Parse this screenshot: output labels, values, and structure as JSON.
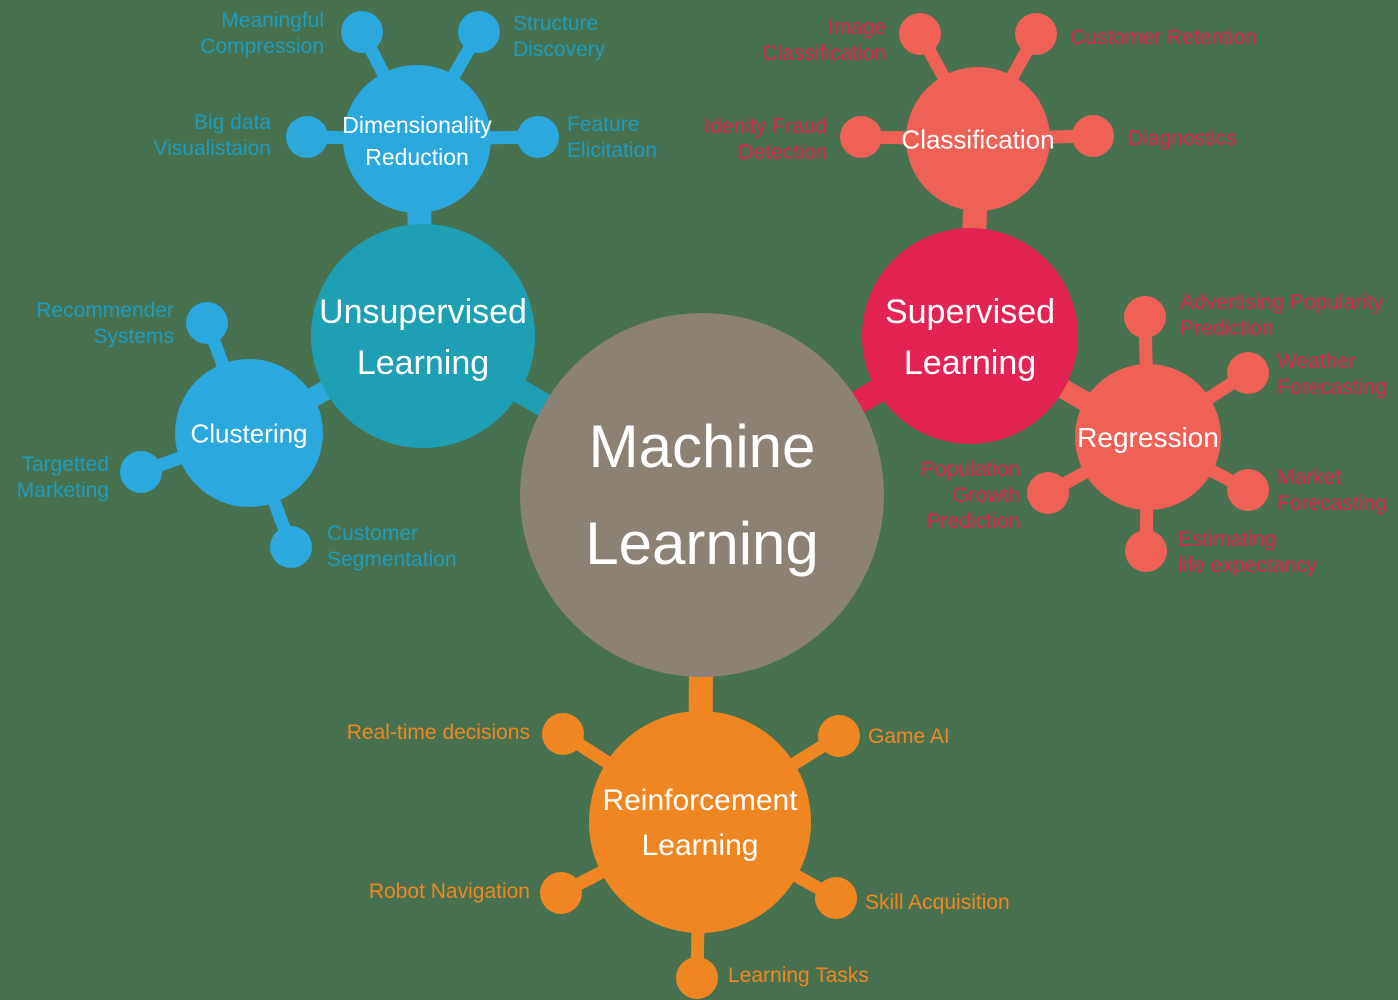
{
  "colors": {
    "background": "#47714F",
    "light_blue": "#2BA8DE",
    "teal": "#1E9FB4",
    "teal_text": "#1F9CBD",
    "crimson": "#E32453",
    "salmon": "#EF6156",
    "orange": "#F08621",
    "taupe": "#8B8174",
    "circle_text": "#FFFFFF"
  },
  "center": {
    "label": "Machine\nLearning"
  },
  "branches": {
    "unsupervised": {
      "label": "Unsupervised\nLearning"
    },
    "supervised": {
      "label": "Supervised\nLearning"
    },
    "reinforcement": {
      "label": "Reinforcement\nLearning"
    }
  },
  "hubs": {
    "dimensionality_reduction": {
      "label": "Dimensionality\nReduction"
    },
    "clustering": {
      "label": "Clustering"
    },
    "classification": {
      "label": "Classification"
    },
    "regression": {
      "label": "Regression"
    }
  },
  "satellites": {
    "meaningful_compression": "Meaningful\nCompression",
    "structure_discovery": "Structure\nDiscovery",
    "big_data_visualistaion": "Big data\nVisualistaion",
    "feature_elicitation": "Feature\nElicitation",
    "recommender_systems": "Recommender\nSystems",
    "targetted_marketing": "Targetted\nMarketing",
    "customer_segmentation": "Customer\nSegmentation",
    "image_classification": "Image\nClassification",
    "customer_retention": "Customer Retention",
    "identity_fraud_detection": "Idenity Fraud\nDetection",
    "diagnostics": "Diagnostics",
    "advertising_popularity_prediction": "Advertising Popularity\nPrediction",
    "weather_forecasting": "Weather\nForecasting",
    "market_forecasting": "Market\nForecasting",
    "estimating_life_expectancy": "Estimating\nlife expectancy",
    "population_growth_prediction": "Population\nGrowth\nPrediction",
    "real_time_decisions": "Real-time decisions",
    "game_ai": "Game AI",
    "robot_navigation": "Robot Navigation",
    "skill_acquisition": "Skill Acquisition",
    "learning_tasks": "Learning Tasks"
  }
}
